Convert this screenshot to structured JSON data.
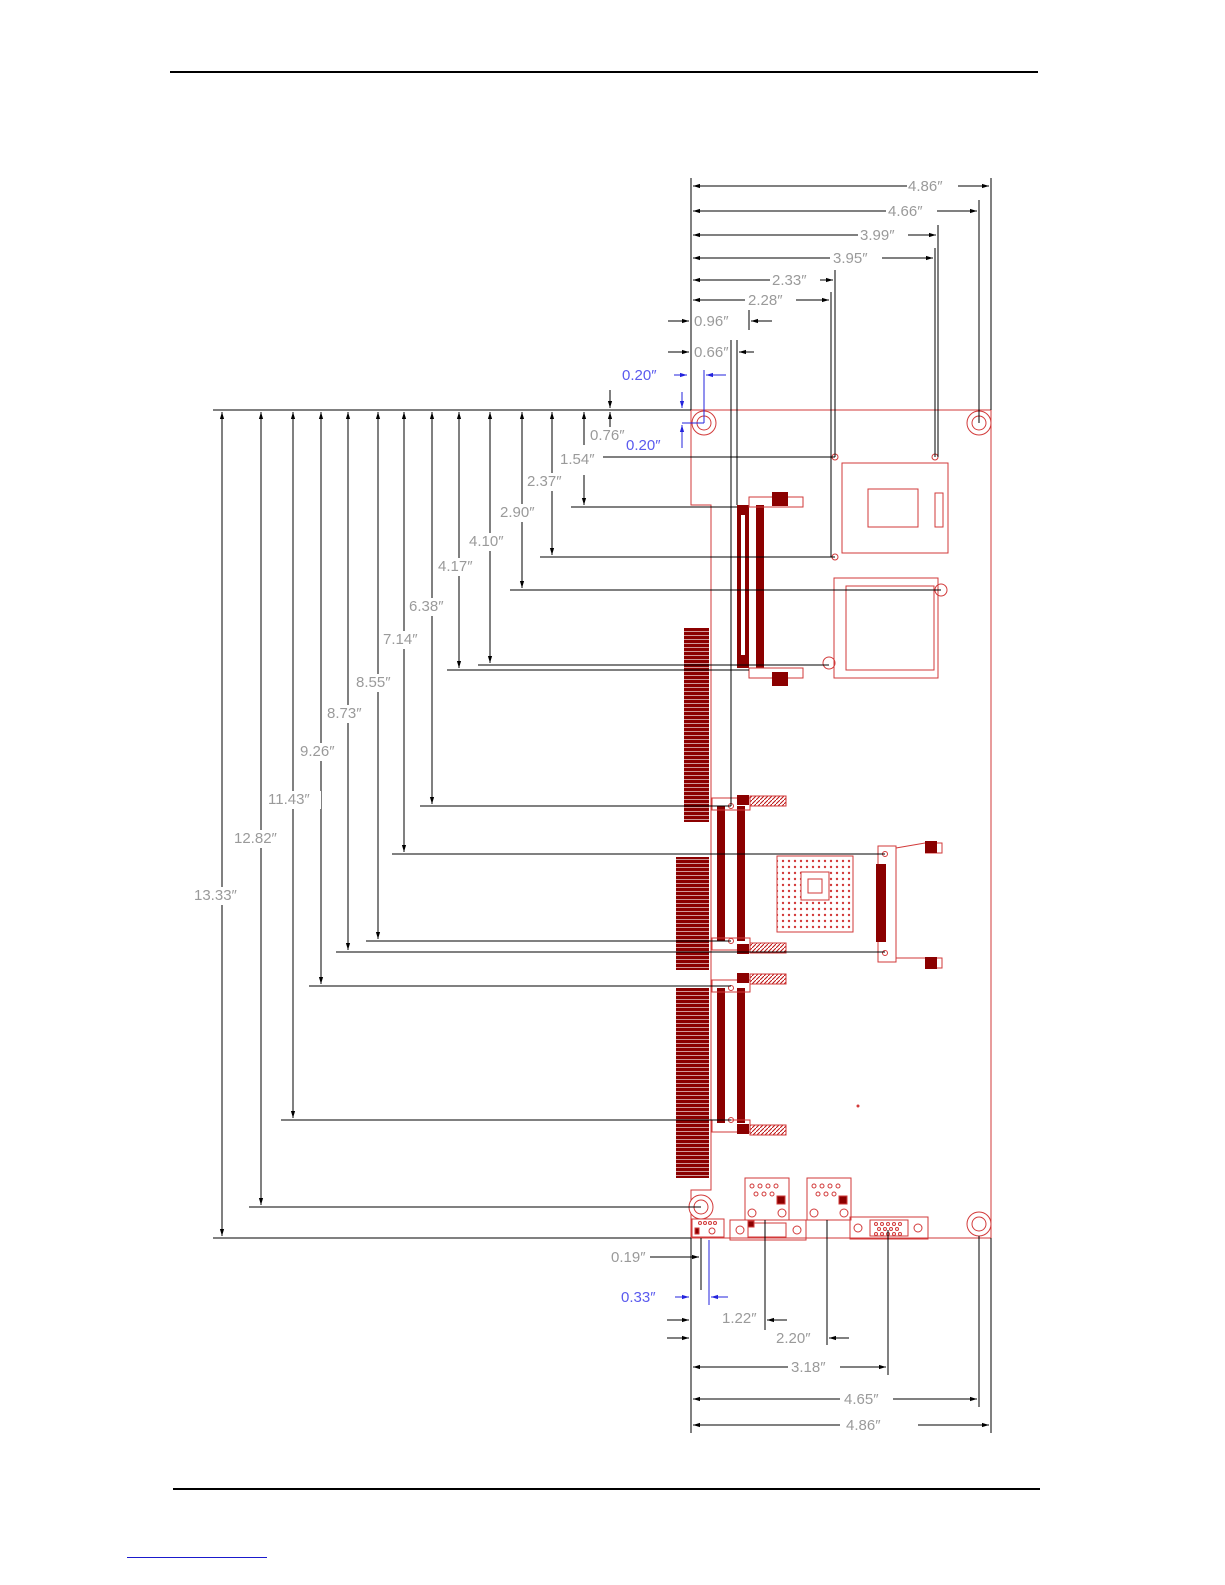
{
  "drawing": {
    "top_dims": [
      "4.86″",
      "4.66″",
      "3.99″",
      "3.95″",
      "2.33″",
      "2.28″",
      "0.96″",
      "0.66″"
    ],
    "small_dims": {
      "blue_top": "0.20″",
      "blue_side": "0.20″",
      "d076": "0.76″"
    },
    "left_dims": [
      "1.54″",
      "2.37″",
      "2.90″",
      "4.10″",
      "4.17″",
      "6.38″",
      "7.14″",
      "8.55″",
      "8.73″",
      "9.26″",
      "11.43″",
      "12.82″",
      "13.33″"
    ],
    "bottom_dims": {
      "d019": "0.19″",
      "d033": "0.33″",
      "d122": "1.22″",
      "d220": "2.20″",
      "d318": "3.18″",
      "d465": "4.65″",
      "d486": "4.86″"
    }
  },
  "colors": {
    "board": "#d23a3a",
    "dark_red": "#8b0000",
    "dimension_text": "#9a9a9a",
    "blue_dim": "#2323dd"
  }
}
